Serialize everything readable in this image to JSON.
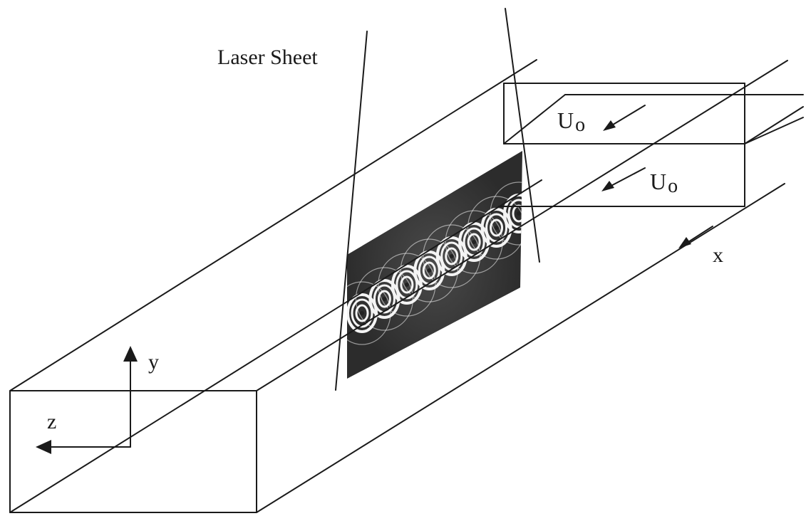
{
  "diagram": {
    "labels": {
      "laser_sheet": "Laser Sheet",
      "velocity_top": "U",
      "velocity_top_sub": "o",
      "velocity_mid": "U",
      "velocity_mid_sub": "o",
      "axis_x": "x",
      "axis_y": "y",
      "axis_z": "z"
    },
    "colors": {
      "line": "#1a1a1a",
      "sheet_image": "#3a3a3a",
      "vortex_ring": "#f4f4f4"
    },
    "vortex_count": 8
  }
}
